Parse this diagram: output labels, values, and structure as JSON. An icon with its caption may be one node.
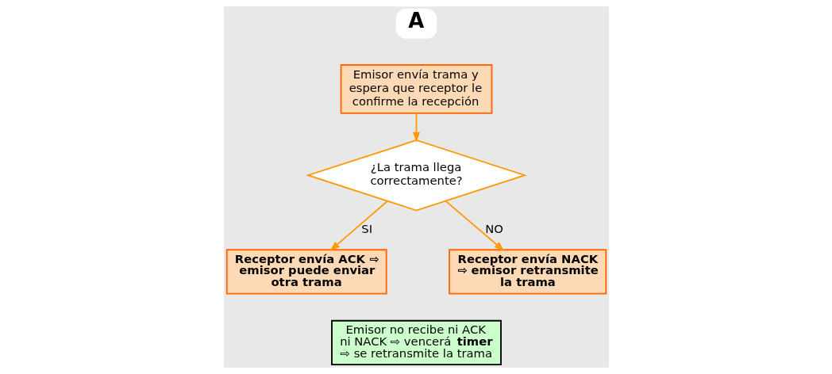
{
  "diagram": {
    "nodes": [
      {
        "text": [
          "Emisor envía trama y espera que receptor le confirme la recepción"
        ]
      },
      {
        "text": [
          "¿La trama llega correctamente?"
        ]
      },
      {
        "text": [
          "Receptor envía ACK ⇨ emisor puede enviar otra trama"
        ]
      },
      {
        "text": [
          "Receptor envía NACK ⇨ emisor retransmite la trama"
        ]
      },
      {
        "text": [
          "Emisor no recibe ni ACK ni NACK ⇨ vencerá **timer** ⇨ se retransmite la trama"
        ]
      }
    ],
    "edges": [
      {
        "from": 0,
        "to": 1,
        "arrow": "to"
      },
      {
        "from": 1,
        "to": 2,
        "arrow": "to",
        "label": "SI"
      },
      {
        "from": 1,
        "to": 3,
        "arrow": "to",
        "label": "NO"
      }
    ],
    "labels": [
      "A"
    ]
  }
}
